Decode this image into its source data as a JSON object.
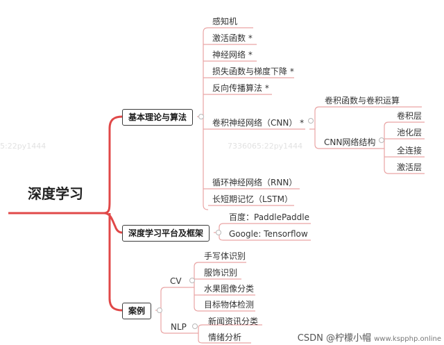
{
  "root": "深度学习",
  "branches": {
    "theory": {
      "label": "基本理论与算法",
      "items": [
        "感知机",
        "激活函数 *",
        "神经网络 *",
        "损失函数与梯度下降 *",
        "反向传播算法 *"
      ],
      "cnn": {
        "label": "卷积神经网络（CNN） *",
        "conv_op": "卷积函数与卷积运算",
        "structure": "CNN网络结构",
        "layers": [
          "卷积层",
          "池化层",
          "全连接",
          "激活层"
        ]
      },
      "rnn": "循环神经网络（RNN）",
      "lstm": "长短期记忆（LSTM）"
    },
    "platform": {
      "label": "深度学习平台及框架",
      "items": [
        "百度：PaddlePaddle",
        "Google: Tensorflow"
      ]
    },
    "cases": {
      "label": "案例",
      "cv": {
        "label": "CV",
        "items": [
          "手写体识别",
          "服饰识别",
          "水果图像分类",
          "目标物体检测"
        ]
      },
      "nlp": {
        "label": "NLP",
        "items": [
          "新闻资讯分类",
          "情绪分析"
        ]
      }
    }
  },
  "watermarks": {
    "left": "5:22py1444",
    "center": "7336065:22py1444",
    "csdn": "CSDN @柠檬小帽",
    "site": "www.kspphp.online"
  },
  "colors": {
    "root_line": "#e04848",
    "branch_line": "#e04848",
    "leaf_line": "#e9a3a3",
    "node_border": "#3a3a3a"
  }
}
